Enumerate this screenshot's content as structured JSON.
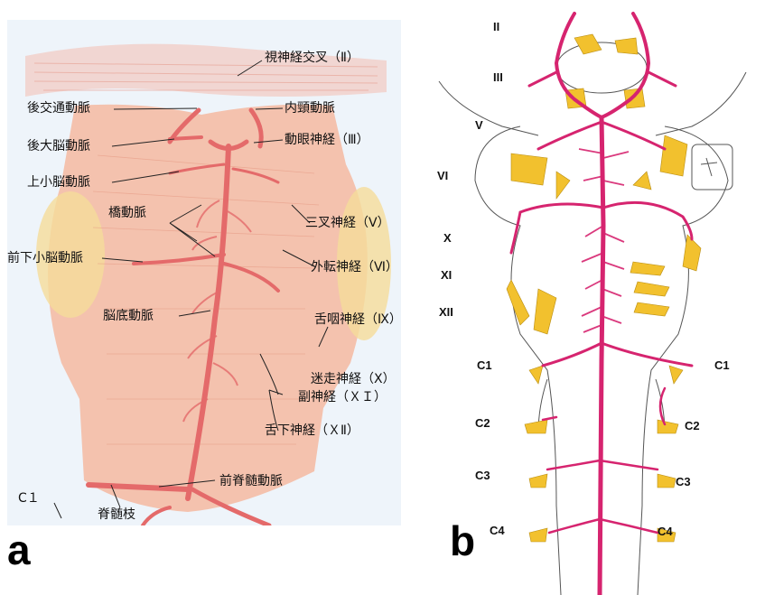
{
  "panel_a": {
    "letter": "a",
    "labels": {
      "optic_chiasm": "視神経交叉（Ⅱ）",
      "posterior_communicating": "後交通動脈",
      "internal_carotid": "内頸動脈",
      "posterior_cerebral": "後大脳動脈",
      "oculomotor": "動眼神経（Ⅲ）",
      "superior_cerebellar": "上小脳動脈",
      "pontine": "橋動脈",
      "trigeminal": "三叉神経（Ⅴ）",
      "aica": "前下小脳動脈",
      "abducens": "外転神経（Ⅵ）",
      "basilar": "脳底動脈",
      "glossopharyngeal": "舌咽神経（Ⅸ）",
      "vagus": "迷走神経（Ⅹ）",
      "accessory": "副神経（ＸＩ）",
      "hypoglossal": "舌下神経（ＸⅡ）",
      "anterior_spinal": "前脊髄動脈",
      "c1": "C１",
      "spinal_branch": "脊髄枝"
    }
  },
  "panel_b": {
    "letter": "b",
    "labels": {
      "ii": "II",
      "iii": "III",
      "v": "V",
      "vi": "VI",
      "x": "X",
      "xi": "XI",
      "xii": "XII",
      "c1_left": "C1",
      "c1_right": "C1",
      "c2_left": "C2",
      "c2_right": "C2",
      "c3_left": "C3",
      "c3_right": "C3",
      "c4_left": "C4",
      "c4_right": "C4"
    }
  },
  "colors": {
    "artery_a": "#e46a6a",
    "artery_b": "#d6246f",
    "nerve_b": "#f2c12e",
    "tissue_a": "#f4b9a0",
    "background_a": "#eef4fa"
  }
}
